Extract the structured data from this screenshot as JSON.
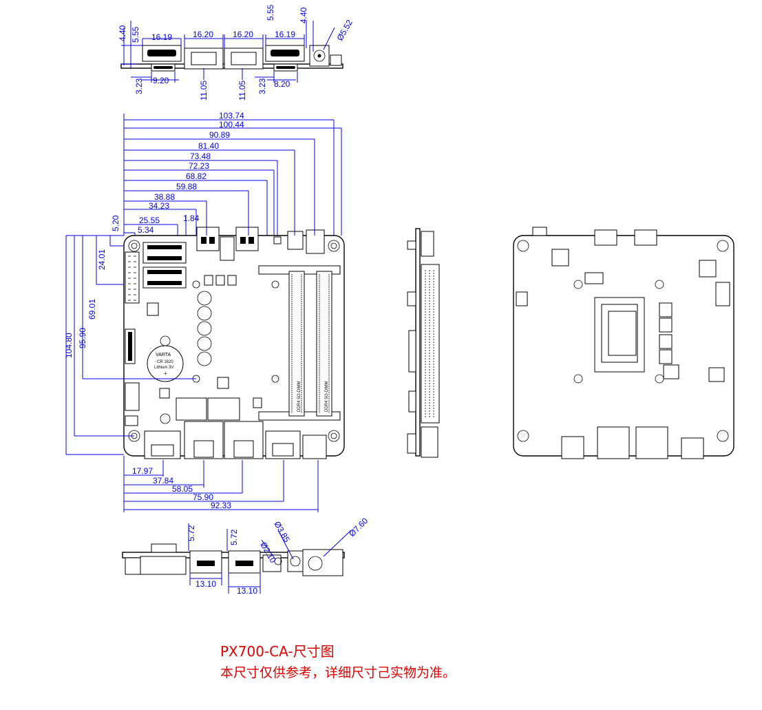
{
  "caption": {
    "title": "PX700-CA-尺寸图",
    "note": "本尺寸仅供参考，详细尺寸己实物为准。"
  },
  "colors": {
    "dimension": "#0000e6",
    "caption": "#e00000",
    "outline": "#000000"
  },
  "top_view": {
    "widths": [
      "16.19",
      "16.20",
      "16.20",
      "16.19"
    ],
    "heights": [
      "4.40",
      "5.55",
      "5.55",
      "4.40"
    ],
    "hole": "Ø5.52",
    "bottom": [
      "3.23",
      "9.20",
      "11.05",
      "11.05",
      "3.23",
      "8.20"
    ]
  },
  "main_view": {
    "horizontal": [
      "103.74",
      "100.44",
      "90.89",
      "81.40",
      "73.48",
      "72.23",
      "68.82",
      "59.88",
      "38.88",
      "34.23",
      "25.55",
      "1.84",
      "5.34"
    ],
    "vertical": [
      "5.20",
      "24.01",
      "69.01",
      "95.90",
      "104.80"
    ],
    "bottom": [
      "17.97",
      "37.84",
      "58.05",
      "75.90",
      "92.33"
    ],
    "battery_text": [
      "VARTA",
      "CR 1620",
      "Lithium 3V",
      "+"
    ],
    "sodimm_text": [
      "DDR4 SO-DIMM",
      "DDR4 SO-DIMM"
    ]
  },
  "bottom_view": {
    "heights": [
      "5.72",
      "5.72"
    ],
    "diameters": [
      "Ø2.10",
      "Ø3.85",
      "Ø7.60"
    ],
    "widths": [
      "13.10",
      "13.10"
    ]
  }
}
